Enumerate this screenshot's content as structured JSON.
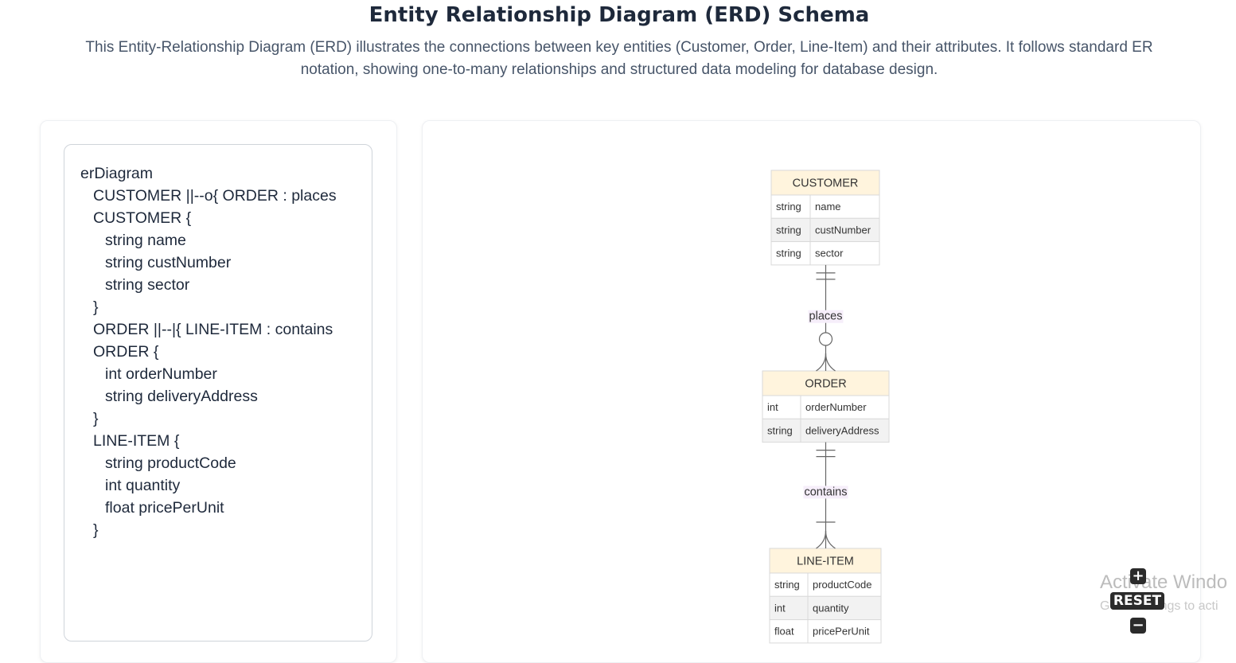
{
  "header": {
    "title": "Entity Relationship Diagram (ERD) Schema",
    "subtitle_line1": "This Entity-Relationship Diagram (ERD) illustrates the connections between key entities (Customer, Order, Line-Item) and their attributes. It follows standard ER",
    "subtitle_line2": "notation, showing one-to-many relationships and structured data modeling for database design."
  },
  "code": {
    "lines": [
      "erDiagram",
      "CUSTOMER ||--o{ ORDER : places",
      "CUSTOMER {",
      "string name",
      "string custNumber",
      "string sector",
      "}",
      "ORDER ||--|{ LINE-ITEM : contains",
      "ORDER {",
      "int orderNumber",
      "string deliveryAddress",
      "}",
      "LINE-ITEM {",
      "string productCode",
      "int quantity",
      "float pricePerUnit",
      "}"
    ]
  },
  "diagram": {
    "entities": [
      {
        "name": "CUSTOMER",
        "attributes": [
          [
            "string",
            "name"
          ],
          [
            "string",
            "custNumber"
          ],
          [
            "string",
            "sector"
          ]
        ]
      },
      {
        "name": "ORDER",
        "attributes": [
          [
            "int",
            "orderNumber"
          ],
          [
            "string",
            "deliveryAddress"
          ]
        ]
      },
      {
        "name": "LINE-ITEM",
        "attributes": [
          [
            "string",
            "productCode"
          ],
          [
            "int",
            "quantity"
          ],
          [
            "float",
            "pricePerUnit"
          ]
        ]
      }
    ],
    "relationships": [
      {
        "from": "CUSTOMER",
        "to": "ORDER",
        "label": "places",
        "from_card": "exactly-one",
        "to_card": "zero-or-more"
      },
      {
        "from": "ORDER",
        "to": "LINE-ITEM",
        "label": "contains",
        "from_card": "exactly-one",
        "to_card": "one-or-more"
      }
    ],
    "colors": {
      "header_fill": "#fff4dd",
      "row_fill_odd": "#ffffff",
      "row_fill_even": "#f2f2f2",
      "border": "#d9d9d9",
      "line": "#666666",
      "label_bg": "#f6eefa"
    }
  },
  "controls": {
    "zoom_in": "+",
    "reset": "RESET",
    "zoom_out": "−"
  },
  "watermark": {
    "line1": "Activate Windo",
    "line2": "Go to Settings to acti"
  }
}
